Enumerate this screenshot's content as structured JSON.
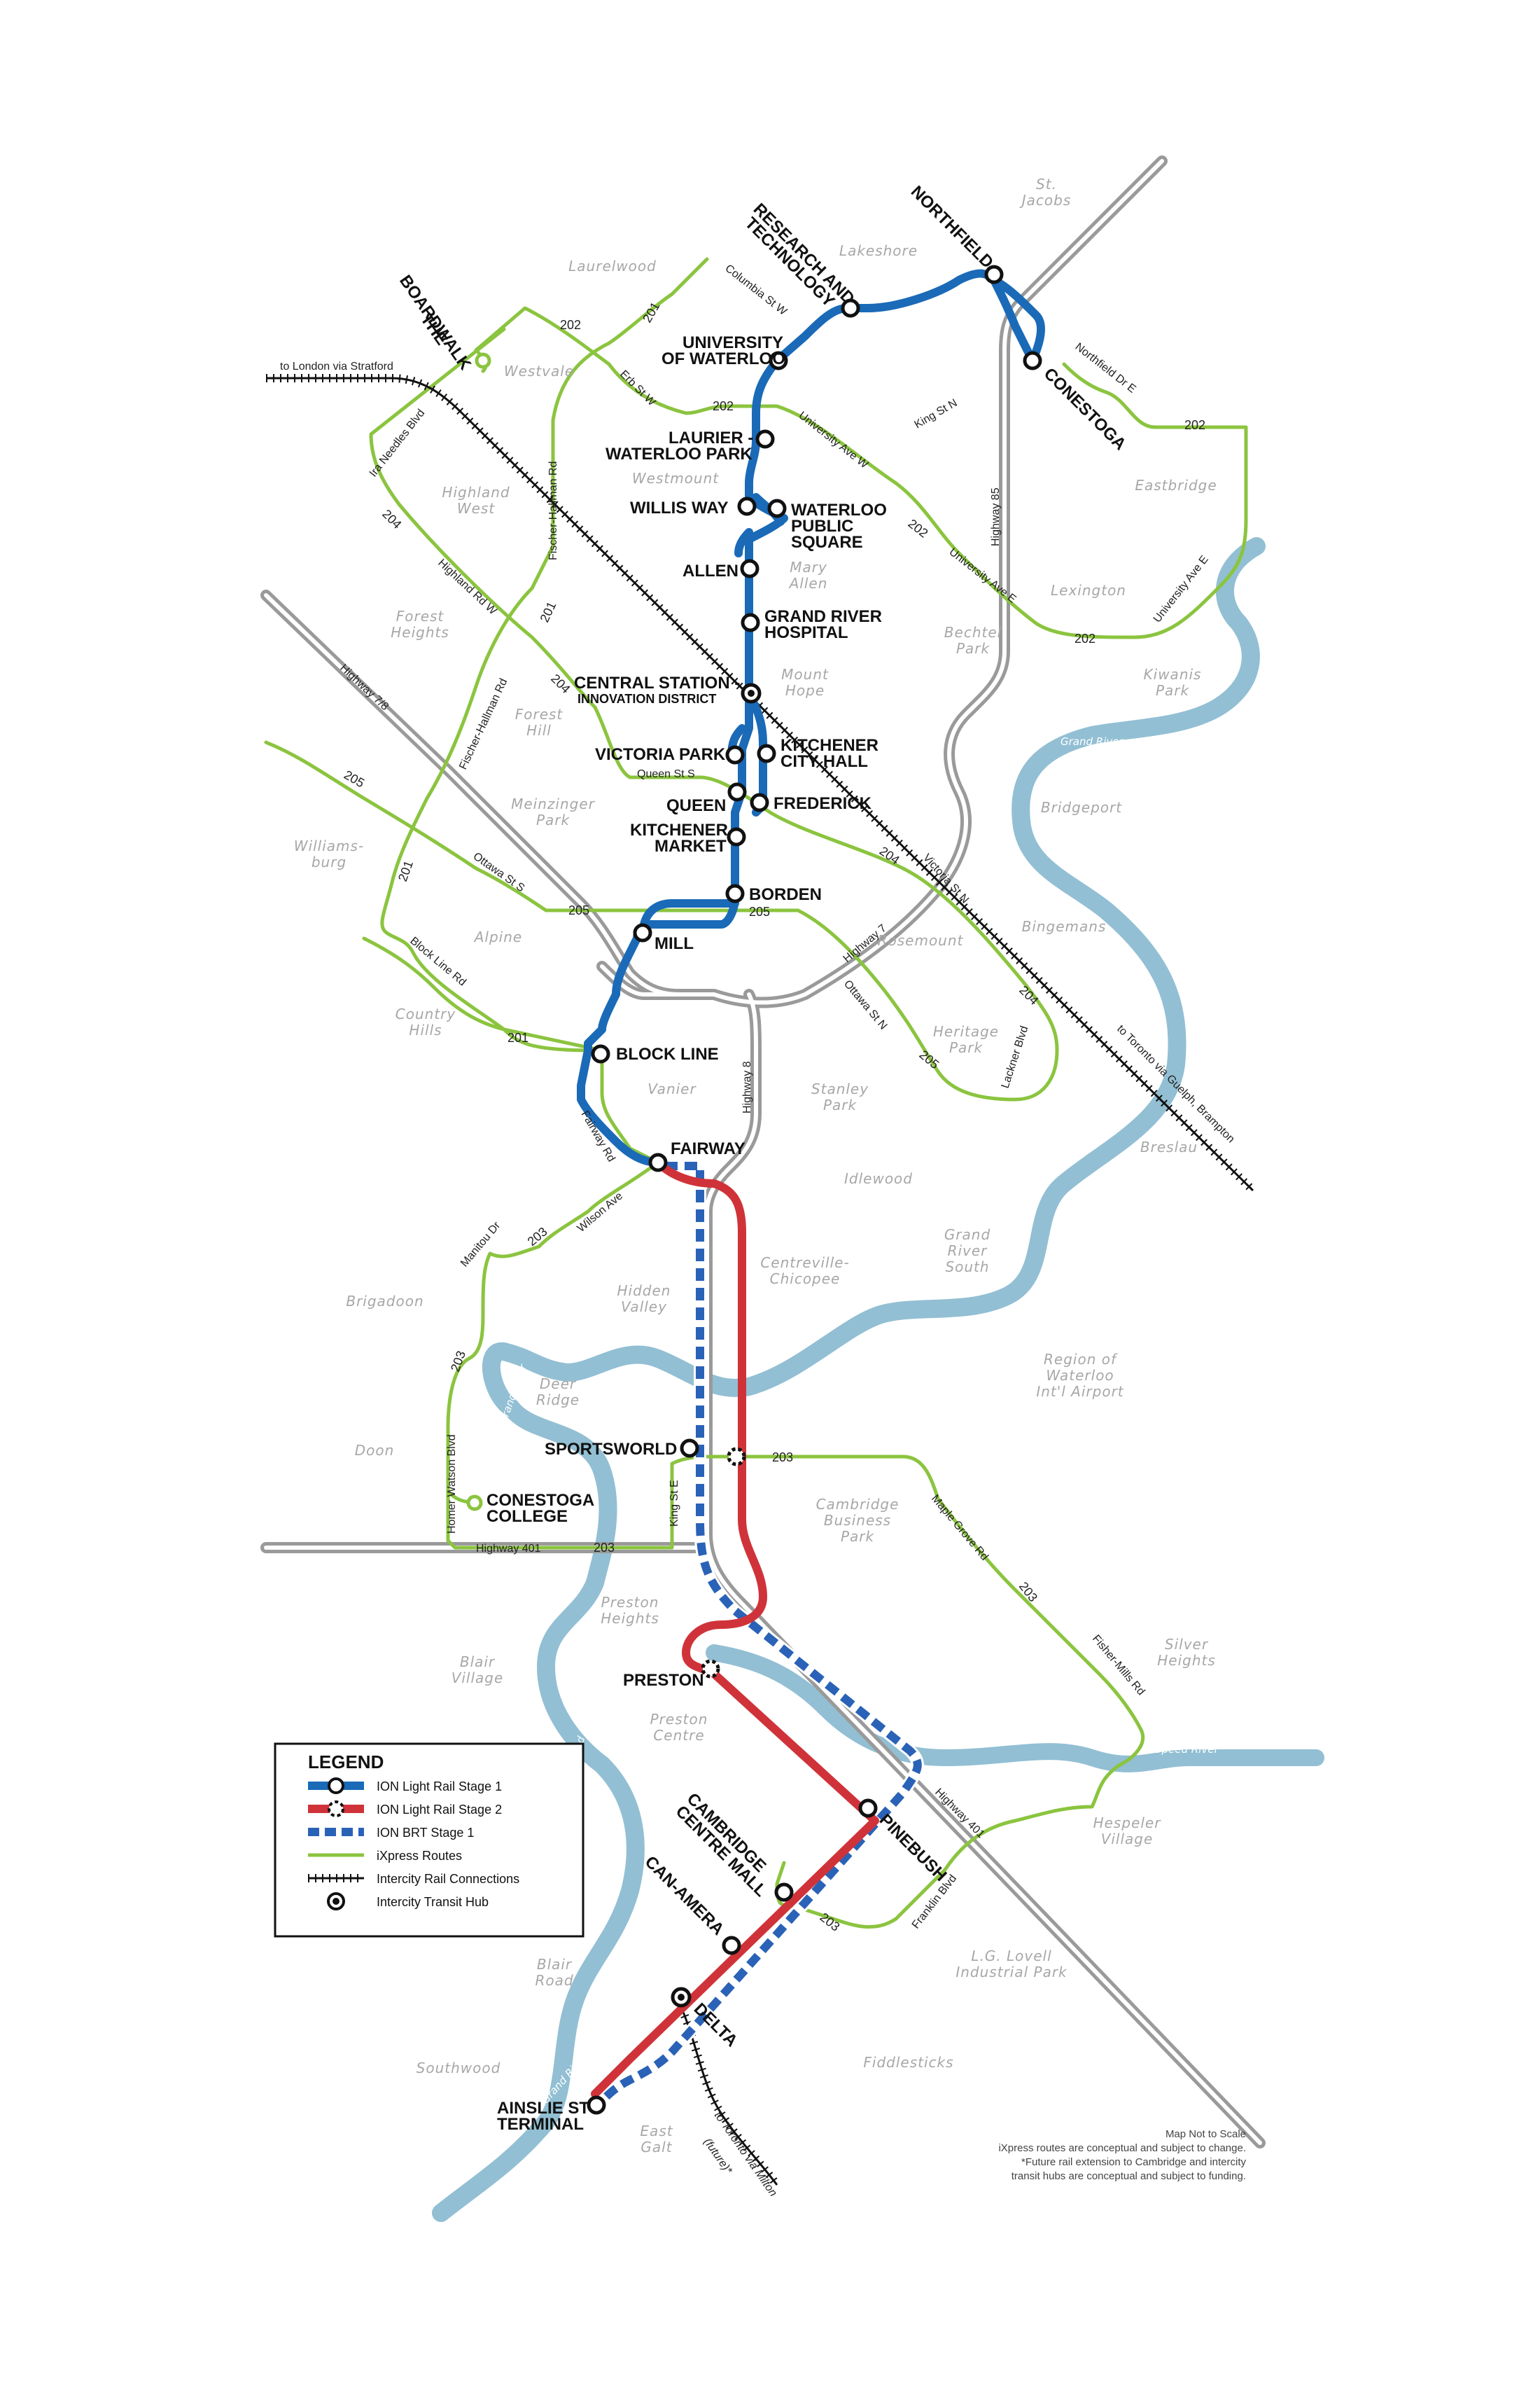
{
  "colors": {
    "stage1": "#1a6ab8",
    "stage2": "#cf3339",
    "brt": "#2a62b7",
    "ixpress": "#8bc43f",
    "river": "#92bfd3",
    "highway": "#9a9a9a",
    "rail": "#111111"
  },
  "stations": {
    "northfield": "NORTHFIELD",
    "research": "RESEARCH AND",
    "research2": "TECHNOLOGY",
    "conestoga": "CONESTOGA",
    "uw1": "UNIVERSITY",
    "uw2": "OF WATERLOO",
    "laurier1": "LAURIER -",
    "laurier2": "WATERLOO PARK",
    "willis": "WILLIS WAY",
    "wps1": "WATERLOO",
    "wps2": "PUBLIC",
    "wps3": "SQUARE",
    "allen": "ALLEN",
    "grh1": "GRAND RIVER",
    "grh2": "HOSPITAL",
    "central1": "CENTRAL STATION -",
    "central2": "INNOVATION DISTRICT",
    "victoria": "VICTORIA PARK",
    "kch1": "KITCHENER",
    "kch2": "CITY HALL",
    "queen": "QUEEN",
    "frederick": "FREDERICK",
    "km1": "KITCHENER",
    "km2": "MARKET",
    "borden": "BORDEN",
    "mill": "MILL",
    "blockline": "BLOCK LINE",
    "fairway": "FAIRWAY",
    "sportsworld": "SPORTSWORLD",
    "cc1": "CONESTOGA",
    "cc2": "COLLEGE",
    "preston": "PRESTON",
    "pinebush": "PINEBUSH",
    "ccm1": "CAMBRIDGE",
    "ccm2": "CENTRE MALL",
    "canamera": "CAN-AMERA",
    "delta": "DELTA",
    "ainslie1": "AINSLIE ST",
    "ainslie2": "TERMINAL",
    "boardwalk1": "THE",
    "boardwalk2": "BOARDWALK"
  },
  "neighbourhoods": {
    "stjacobs1": "St.",
    "stjacobs2": "Jacobs",
    "lakeshore": "Lakeshore",
    "laurelwood": "Laurelwood",
    "westvale": "Westvale",
    "westmount": "Westmount",
    "highland1": "Highland",
    "highland2": "West",
    "eastbridge": "Eastbridge",
    "lexington": "Lexington",
    "mary1": "Mary",
    "mary2": "Allen",
    "bechtel1": "Bechtel",
    "bechtel2": "Park",
    "kiwanis1": "Kiwanis",
    "kiwanis2": "Park",
    "forest1": "Forest",
    "forest2": "Heights",
    "foresthill1": "Forest",
    "foresthill2": "Hill",
    "mounthope1": "Mount",
    "mounthope2": "Hope",
    "bridgeport": "Bridgeport",
    "meinzinger1": "Meinzinger",
    "meinzinger2": "Park",
    "williams1": "Williams-",
    "williams2": "burg",
    "alpine": "Alpine",
    "rosemount": "Rosemount",
    "bingemans": "Bingemans",
    "country1": "Country",
    "country2": "Hills",
    "heritage1": "Heritage",
    "heritage2": "Park",
    "vanier": "Vanier",
    "stanley1": "Stanley",
    "stanley2": "Park",
    "breslau": "Breslau",
    "idlewood": "Idlewood",
    "grs1": "Grand",
    "grs2": "River",
    "grs3": "South",
    "brigadoon": "Brigadoon",
    "centreville1": "Centreville-",
    "centreville2": "Chicopee",
    "hidden1": "Hidden",
    "hidden2": "Valley",
    "deer1": "Deer",
    "deer2": "Ridge",
    "airport1": "Region of",
    "airport2": "Waterloo",
    "airport3": "Int'l Airport",
    "doon": "Doon",
    "cbp1": "Cambridge",
    "cbp2": "Business",
    "cbp3": "Park",
    "preston1": "Preston",
    "preston2": "Heights",
    "silver1": "Silver",
    "silver2": "Heights",
    "blair1": "Blair",
    "blair2": "Village",
    "pcentre1": "Preston",
    "pcentre2": "Centre",
    "hespeler1": "Hespeler",
    "hespeler2": "Village",
    "lovell1": "L.G. Lovell",
    "lovell2": "Industrial Park",
    "blairrd1": "Blair",
    "blairrd2": "Road",
    "fiddlesticks": "Fiddlesticks",
    "southwood": "Southwood",
    "eastgalt1": "East",
    "eastgalt2": "Galt"
  },
  "roads": {
    "columbia": "Columbia St W",
    "erb": "Erb St W",
    "univ": "University Ave W",
    "unive": "University Ave E",
    "unive2": "University Ave E",
    "northfield": "Northfield Dr E",
    "kingn": "King St N",
    "ira": "Ira Needles Blvd",
    "fischer": "Fischer-Hallman Rd",
    "fischer2": "Fischer-Hallman Rd",
    "highland": "Highland Rd W",
    "queens": "Queen St S",
    "ottawas": "Ottawa St S",
    "ottawan": "Ottawa St N",
    "victoria": "Victoria St N",
    "blockline": "Block Line Rd",
    "lackner": "Lackner Blvd",
    "fairway": "Fairway Rd",
    "wilson": "Wilson Ave",
    "manitou": "Manitou Dr",
    "homer": "Homer Watson Blvd",
    "kinge": "King St E",
    "maple": "Maple Grove Rd",
    "fisher": "Fisher-Mills Rd",
    "franklin": "Franklin Blvd",
    "hwy85": "Highway 85",
    "hwy78": "Highway 7/8",
    "hwy7": "Highway 7",
    "hwy8": "Highway 8",
    "hwy401": "Highway 401",
    "hwy401b": "Highway 401"
  },
  "routes": {
    "r201a": "201",
    "r201b": "201",
    "r201c": "201",
    "r201d": "201",
    "r202a": "202",
    "r202b": "202",
    "r202c": "202",
    "r202d": "202",
    "r202e": "202",
    "r203a": "203",
    "r203b": "203",
    "r203c": "203",
    "r203d": "203",
    "r203e": "203",
    "r203f": "203",
    "r204a": "204",
    "r204b": "204",
    "r204c": "204",
    "r204d": "204",
    "r205a": "205",
    "r205b": "205",
    "r205c": "205",
    "r205d": "205"
  },
  "rivers": {
    "grand1": "Grand River",
    "grand2": "Grand River",
    "grand3": "Grand River",
    "grand4": "Grand River",
    "grand5": "Grand River",
    "speed1": "Speed River",
    "speed2": "Speed River"
  },
  "destinations": {
    "london": "to London via Stratford",
    "toronto_guelph": "to Toronto via Guelph, Brampton",
    "toronto_milton": "to Toronto via Milton",
    "future": "(future)*"
  },
  "legend": {
    "title": "LEGEND",
    "items": [
      "ION Light Rail Stage 1",
      "ION Light Rail Stage 2",
      "ION BRT Stage 1",
      "iXpress Routes",
      "Intercity Rail Connections",
      "Intercity Transit Hub"
    ]
  },
  "notes": {
    "line1": "Map Not to Scale",
    "line2": "iXpress routes are conceptual and subject to change.",
    "line3": "*Future rail extension to Cambridge and intercity",
    "line4": "transit hubs are conceptual and subject to funding."
  }
}
